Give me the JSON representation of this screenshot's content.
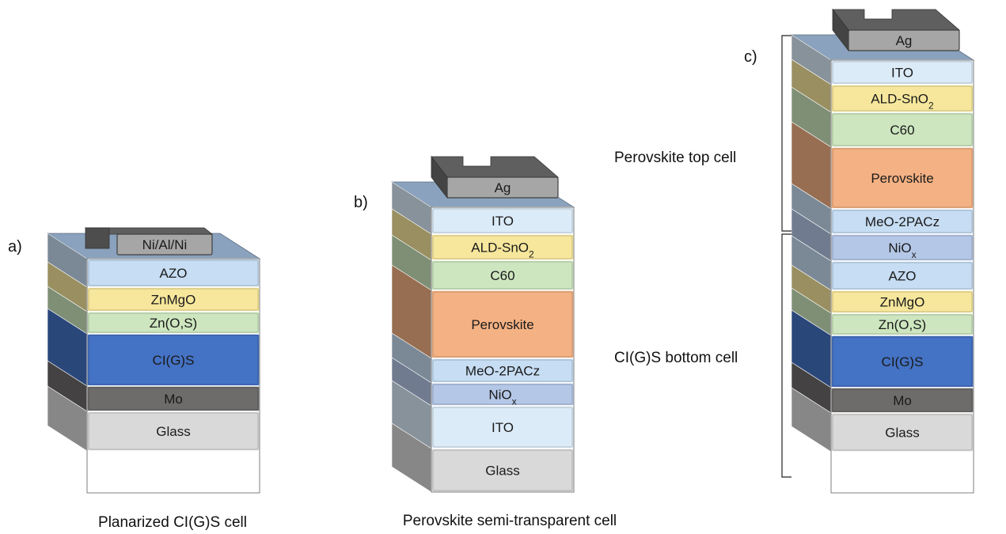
{
  "stacks": [
    {
      "panel": "a)",
      "caption": "Planarized CI(G)S cell",
      "contact": "Ni/Al/Ni",
      "layers": [
        {
          "name": "AZO",
          "color": "#c6ddf3"
        },
        {
          "name": "ZnMgO",
          "color": "#f6e79c"
        },
        {
          "name": "Zn(O,S)",
          "color": "#cde6bf"
        },
        {
          "name": "CI(G)S",
          "color": "#4472c4"
        },
        {
          "name": "Mo",
          "color": "#6e6b6b"
        },
        {
          "name": "Glass",
          "color": "#d9d9d9"
        }
      ]
    },
    {
      "panel": "b)",
      "caption": "Perovskite semi-transparent cell",
      "contact": "Ag",
      "layers": [
        {
          "name": "ITO",
          "color": "#dcebf8"
        },
        {
          "name": "ALD-SnO",
          "sub": "2",
          "color": "#f6e79c"
        },
        {
          "name": "C60",
          "color": "#cde6bf"
        },
        {
          "name": "Perovskite",
          "color": "#f4b183"
        },
        {
          "name": "MeO-2PACz",
          "color": "#c6ddf3"
        },
        {
          "name": "NiO",
          "sub": "x",
          "color": "#b4c7e7"
        },
        {
          "name": "ITO",
          "color": "#dcebf8"
        },
        {
          "name": "Glass",
          "color": "#d9d9d9"
        }
      ]
    },
    {
      "panel": "c)",
      "caption": "",
      "contact": "Ag",
      "layers": [
        {
          "name": "ITO",
          "color": "#dcebf8"
        },
        {
          "name": "ALD-SnO",
          "sub": "2",
          "color": "#f6e79c"
        },
        {
          "name": "C60",
          "color": "#cde6bf"
        },
        {
          "name": "Perovskite",
          "color": "#f4b183"
        },
        {
          "name": "MeO-2PACz",
          "color": "#c6ddf3"
        },
        {
          "name": "NiO",
          "sub": "x",
          "color": "#b4c7e7"
        },
        {
          "name": "AZO",
          "color": "#c6ddf3"
        },
        {
          "name": "ZnMgO",
          "color": "#f6e79c"
        },
        {
          "name": "Zn(O,S)",
          "color": "#cde6bf"
        },
        {
          "name": "CI(G)S",
          "color": "#4472c4"
        },
        {
          "name": "Mo",
          "color": "#6e6b6b"
        },
        {
          "name": "Glass",
          "color": "#d9d9d9"
        }
      ]
    }
  ],
  "subcell_labels": {
    "top": "Perovskite top cell",
    "bottom": "CI(G)S bottom cell"
  }
}
